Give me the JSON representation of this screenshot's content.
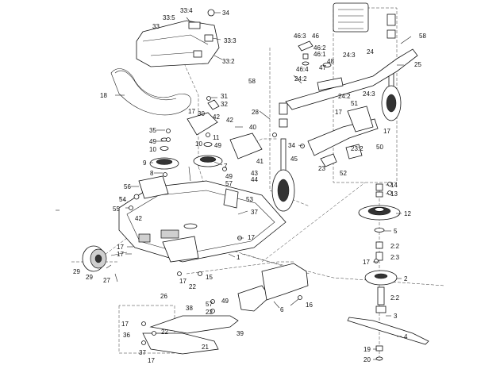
{
  "callouts": {
    "c34": "34",
    "c33_4": "33:4",
    "c33_5": "33:5",
    "c33": "33",
    "c33_3": "33:3",
    "c33_2": "33:2",
    "c18": "18",
    "c31": "31",
    "c32": "32",
    "c17a": "17",
    "c30": "30",
    "c42a": "42",
    "c42b": "42",
    "c40": "40",
    "c35": "35",
    "c49a": "49",
    "c10a": "10",
    "c11": "11",
    "c10b": "10",
    "c49b": "49",
    "c9": "9",
    "c7": "7",
    "c41": "41",
    "c8": "8",
    "c43": "43",
    "c44": "44",
    "c49c": "49",
    "c57a": "57",
    "c56": "56",
    "c54": "54",
    "c53": "53",
    "c55": "55",
    "c37a": "37",
    "c42c": "42",
    "c17b": "17",
    "c17c": "17",
    "c17d": "17",
    "c1": "1",
    "c29a": "29",
    "c29b": "29",
    "c27": "27",
    "c17e": "17",
    "c22a": "22",
    "c15": "15",
    "c26": "26",
    "c38": "38",
    "c57b": "57",
    "c49d": "49",
    "c22b": "22",
    "c17f": "17",
    "c36": "36",
    "c22c": "22",
    "c37b": "37",
    "c17g": "17",
    "c21": "21",
    "c39": "39",
    "c6": "6",
    "c16": "16",
    "c46_3": "46:3",
    "c46": "46",
    "c46_2": "46:2",
    "c46_1": "46:1",
    "c46_4": "46:4",
    "c48": "48",
    "c47": "47",
    "c24_3a": "24:3",
    "c24": "24",
    "c58a": "58",
    "c58b": "58",
    "c25": "25",
    "c24_2a": "24:2",
    "c24_3b": "24:3",
    "c24_2b": "24:2",
    "c51": "51",
    "c28": "28",
    "c17h": "17",
    "c17i": "17",
    "c34b": "34",
    "c50": "50",
    "c23_2": "23:2",
    "c45": "45",
    "c23": "23",
    "c52": "52",
    "c14": "14",
    "c13": "13",
    "c12": "12",
    "c5": "5",
    "c2_2a": "2:2",
    "c17j": "17",
    "c2_3": "2:3",
    "c2": "2",
    "c2_2b": "2:2",
    "c3": "3",
    "c4": "4",
    "c19": "19",
    "c20": "20"
  },
  "icons": [
    "manual-book-icon"
  ]
}
